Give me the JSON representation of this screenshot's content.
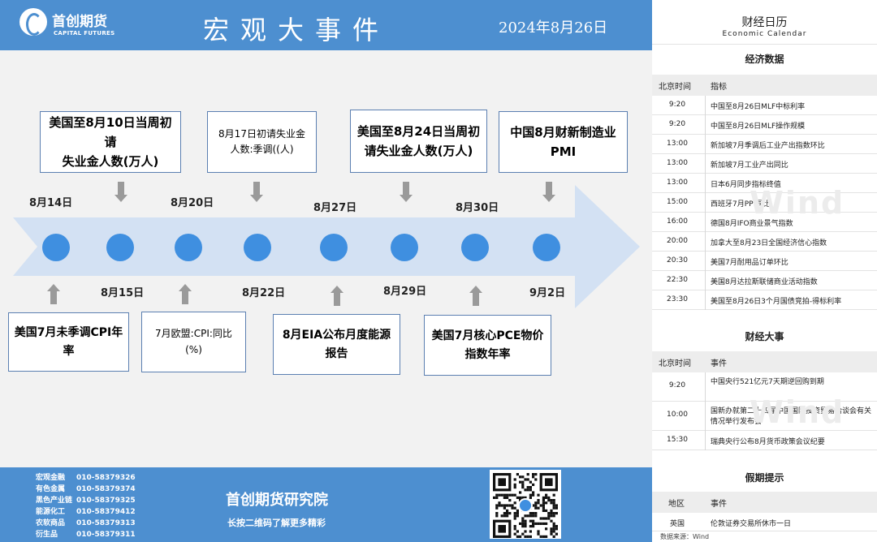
{
  "header": {
    "logo_cn": "首创期货",
    "logo_en": "CAPITAL FUTURES",
    "title": "宏观大事件",
    "date": "2024年8月26日"
  },
  "timeline": {
    "upper_dates": [
      "8月14日",
      "8月20日",
      "8月27日",
      "8月30日"
    ],
    "lower_dates": [
      "8月15日",
      "8月22日",
      "8月29日",
      "9月2日"
    ],
    "top_boxes": [
      {
        "line1": "美国至8月10日当周初请",
        "line2": "失业金人数(万人)"
      },
      {
        "line1": "8月17日初请失业金",
        "line2": "人数:季调((人)"
      },
      {
        "line1": "美国至8月24日当周初",
        "line2": "请失业金人数(万人)"
      },
      {
        "line1": "中国8月财新制造业",
        "line2": "PMI"
      }
    ],
    "bottom_boxes": [
      {
        "line1": "美国7月未季调CPI年",
        "line2": "率"
      },
      {
        "line1": "7月欧盟:CPI:同比",
        "line2": "(%)"
      },
      {
        "line1": "8月EIA公布月度能源",
        "line2": "报告"
      },
      {
        "line1": "美国7月核心PCE物价",
        "line2": "指数年率"
      }
    ]
  },
  "footer": {
    "contacts": [
      {
        "label": "宏观金融",
        "phone": "010-58379326"
      },
      {
        "label": "有色金属",
        "phone": "010-58379374"
      },
      {
        "label": "黑色产业链",
        "phone": "010-58379325"
      },
      {
        "label": "能源化工",
        "phone": "010-58379412"
      },
      {
        "label": "农软商品",
        "phone": "010-58379313"
      },
      {
        "label": "衍生品",
        "phone": "010-58379311"
      }
    ],
    "title": "首创期货研究院",
    "subtitle": "长按二维码了解更多精彩"
  },
  "calendar": {
    "title": "财经日历",
    "subtitle": "Economic Calendar",
    "econ": {
      "title": "经济数据",
      "col_time": "北京时间",
      "col_item": "指标",
      "rows": [
        {
          "time": "9:20",
          "item": "中国至8月26日MLF中标利率"
        },
        {
          "time": "9:20",
          "item": "中国至8月26日MLF操作规模"
        },
        {
          "time": "13:00",
          "item": "新加坡7月季调后工业产出指数环比"
        },
        {
          "time": "13:00",
          "item": "新加坡7月工业产出同比"
        },
        {
          "time": "13:00",
          "item": "日本6月同步指标终值"
        },
        {
          "time": "15:00",
          "item": "西班牙7月PPI同比"
        },
        {
          "time": "16:00",
          "item": "德国8月IFO商业景气指数"
        },
        {
          "time": "20:00",
          "item": "加拿大至8月23日全国经济信心指数"
        },
        {
          "time": "20:30",
          "item": "美国7月耐用品订单环比"
        },
        {
          "time": "22:30",
          "item": "美国8月达拉斯联储商业活动指数"
        },
        {
          "time": "23:30",
          "item": "美国至8月26日3个月国债竞拍-得标利率"
        }
      ]
    },
    "events": {
      "title": "财经大事",
      "col_time": "北京时间",
      "col_item": "事件",
      "rows": [
        {
          "time": "9:20",
          "item": "中国央行521亿元7天期逆回购到期"
        },
        {
          "time": "10:00",
          "item": "国新办就第二十四届中国国际投资贸易洽谈会有关情况举行发布会"
        },
        {
          "time": "15:30",
          "item": "瑞典央行公布8月货币政策会议纪要"
        }
      ]
    },
    "holidays": {
      "title": "假期提示",
      "col_region": "地区",
      "col_item": "事件",
      "rows": [
        {
          "region": "英国",
          "item": "伦敦证券交易所休市一日"
        }
      ]
    },
    "source": "数据来源：Wind",
    "watermark": "Wind"
  },
  "colors": {
    "header_blue": "#4d8fd0",
    "node_blue": "#3f8fe0",
    "arrow_fill": "#d3e1f3",
    "box_border": "#5b7fb1"
  }
}
